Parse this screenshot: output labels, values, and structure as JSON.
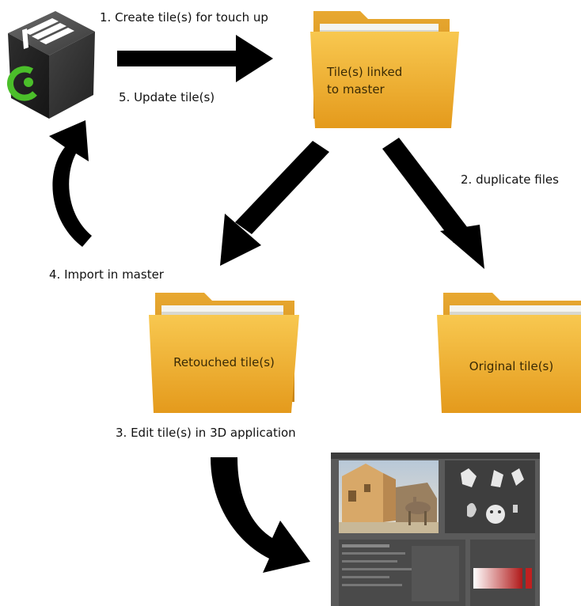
{
  "steps": {
    "step1": "1. Create tile(s) for touch up",
    "step2": "2. duplicate files",
    "step3": "3. Edit tile(s) in 3D application",
    "step4": "4. Import in master",
    "step5": "5. Update tile(s)"
  },
  "folders": {
    "linked": {
      "line1": "Tile(s) linked",
      "line2": "to master"
    },
    "retouched": "Retouched tile(s)",
    "original": "Original tile(s)"
  },
  "icons": {
    "app": "cube-app-icon",
    "folder": "folder-icon",
    "editor": "3d-editor-screenshot"
  },
  "colors": {
    "folder_main": "#f0b030",
    "folder_dark": "#d8961e",
    "arrow": "#000000",
    "cube_green": "#4bbf2a"
  }
}
